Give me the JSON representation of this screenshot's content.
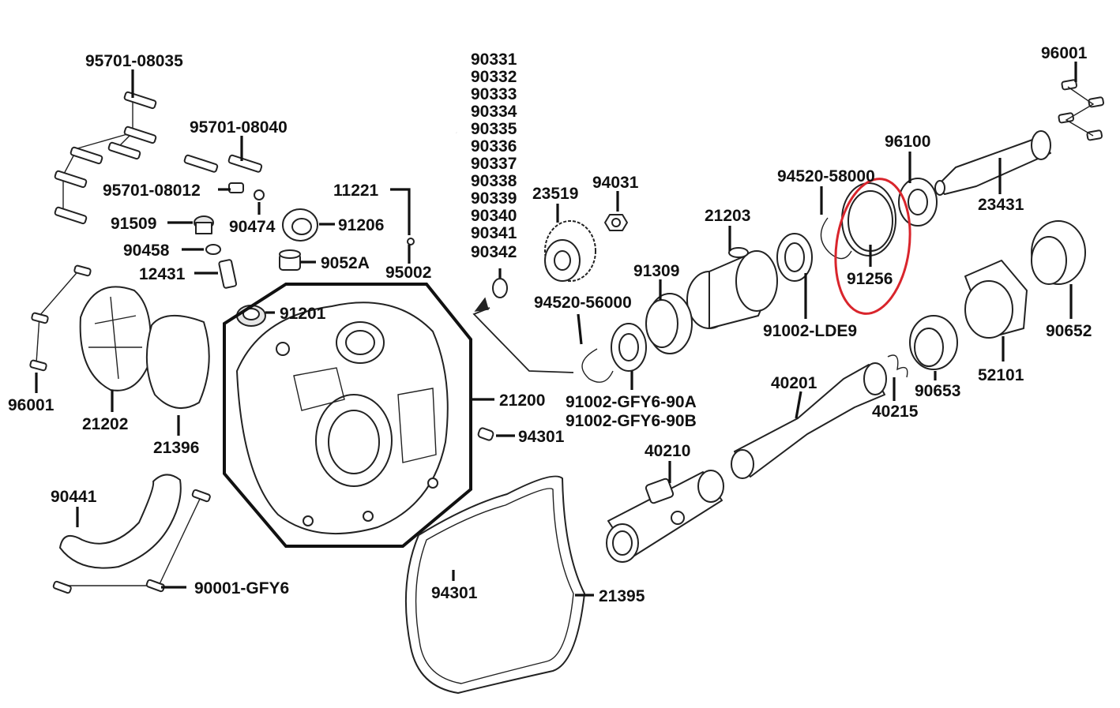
{
  "parts": {
    "p95701_08035": "95701-08035",
    "p95701_08040": "95701-08040",
    "p95701_08012": "95701-08012",
    "p90474": "90474",
    "p91509": "91509",
    "p91206": "91206",
    "p90458": "90458",
    "p9052A": "9052A",
    "p12431": "12431",
    "p11221": "11221",
    "p95002": "95002",
    "p90331": "90331",
    "p90332": "90332",
    "p90333": "90333",
    "p90334": "90334",
    "p90335": "90335",
    "p90336": "90336",
    "p90337": "90337",
    "p90338": "90338",
    "p90339": "90339",
    "p90340": "90340",
    "p90341": "90341",
    "p90342": "90342",
    "p23519": "23519",
    "p94031": "94031",
    "p21203": "21203",
    "p94520_58000": "94520-58000",
    "p96100": "96100",
    "p96001_top": "96001",
    "p23431": "23431",
    "p91309": "91309",
    "p91256": "91256",
    "p91002_LDE9": "91002-LDE9",
    "p94520_56000": "94520-56000",
    "p91201": "91201",
    "p96001_left": "96001",
    "p21202": "21202",
    "p21396": "21396",
    "p21200": "21200",
    "p91002_GFY6_90A": "91002-GFY6-90A",
    "p91002_GFY6_90B": "91002-GFY6-90B",
    "p94301_a": "94301",
    "p94301_b": "94301",
    "p90652": "90652",
    "p52101": "52101",
    "p90653": "90653",
    "p40201": "40201",
    "p40215": "40215",
    "p40210": "40210",
    "p90441": "90441",
    "p90001_GFY6": "90001-GFY6",
    "p21395": "21395"
  },
  "highlight": {
    "part": "91256",
    "color": "#d9252c"
  }
}
